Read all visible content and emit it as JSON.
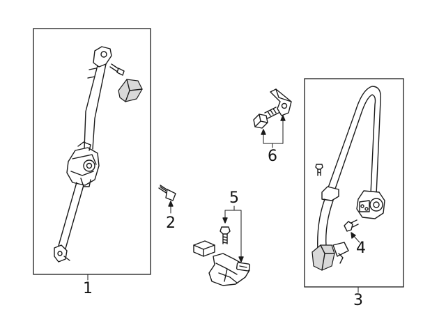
{
  "diagram": {
    "callouts": [
      {
        "id": "1",
        "label": "1"
      },
      {
        "id": "2",
        "label": "2"
      },
      {
        "id": "3",
        "label": "3"
      },
      {
        "id": "4",
        "label": "4"
      },
      {
        "id": "5",
        "label": "5"
      },
      {
        "id": "6",
        "label": "6"
      }
    ],
    "parts": [
      {
        "callout": "1",
        "icon": "seat-belt-assembly-left-icon"
      },
      {
        "callout": "2",
        "icon": "bolt-icon"
      },
      {
        "callout": "3",
        "icon": "seat-belt-assembly-right-icon"
      },
      {
        "callout": "4",
        "icon": "bolt-icon"
      },
      {
        "callout": "5",
        "icon": "buckle-with-bolt-icon"
      },
      {
        "callout": "6",
        "icon": "bracket-with-bolt-icon"
      }
    ]
  }
}
